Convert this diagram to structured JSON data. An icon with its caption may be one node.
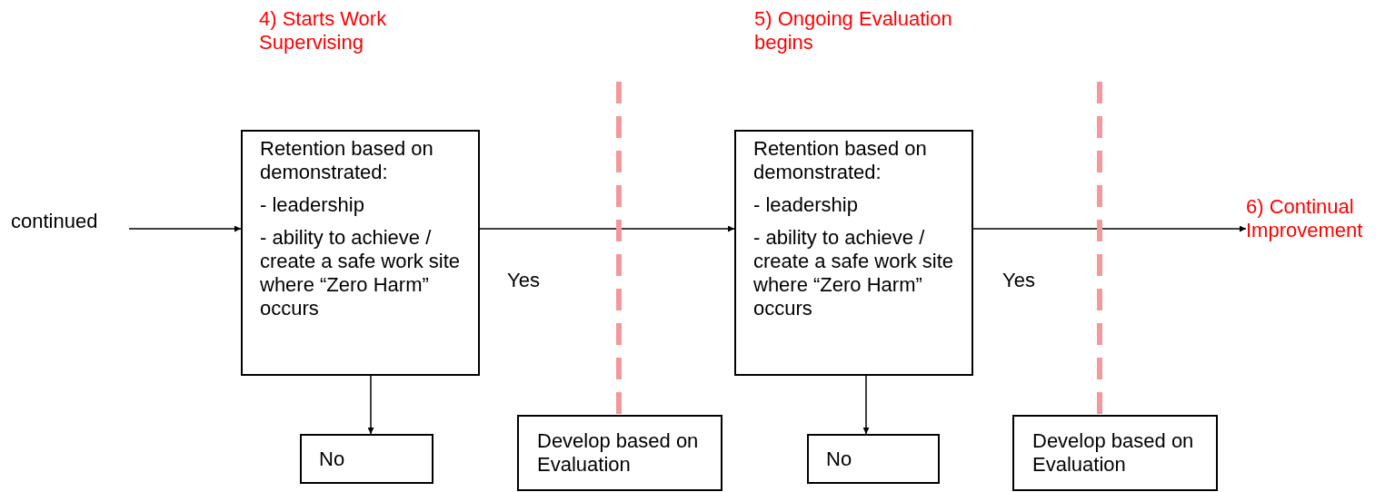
{
  "diagram": {
    "nodes": [
      {
        "text": [
          "continued"
        ]
      },
      {
        "text": [
          "Retention based on demonstrated:",
          "- leadership",
          "- ability to achieve / create a safe work site where “Zero Harm” occurs"
        ]
      },
      {
        "text": [
          "No"
        ]
      },
      {
        "text": [
          "Develop based on Evaluation"
        ]
      },
      {
        "text": [
          "Retention based on demonstrated:",
          "- leadership",
          "- ability to achieve / create a safe work site where “Zero Harm” occurs"
        ]
      },
      {
        "text": [
          "No"
        ]
      },
      {
        "text": [
          "Develop based on Evaluation"
        ]
      },
      {
        "text": [
          "6) Continual Improvement"
        ]
      }
    ],
    "edges": [
      {
        "from": 0,
        "to": 1,
        "arrow": "to"
      },
      {
        "from": 1,
        "to": 4,
        "arrow": "to",
        "label": "Yes"
      },
      {
        "from": 1,
        "to": 2,
        "arrow": "to"
      },
      {
        "from": 4,
        "to": 7,
        "arrow": "to",
        "label": "Yes"
      },
      {
        "from": 4,
        "to": 5,
        "arrow": "to"
      },
      {
        "from": null,
        "to": 3,
        "arrow": "none",
        "style": "dashed",
        "color": "#f4999b"
      },
      {
        "from": null,
        "to": 6,
        "arrow": "none",
        "style": "dashed",
        "color": "#f4999b"
      }
    ],
    "labels": [
      "4) Starts Work Supervising",
      "5) Ongoing Evaluation begins"
    ]
  }
}
